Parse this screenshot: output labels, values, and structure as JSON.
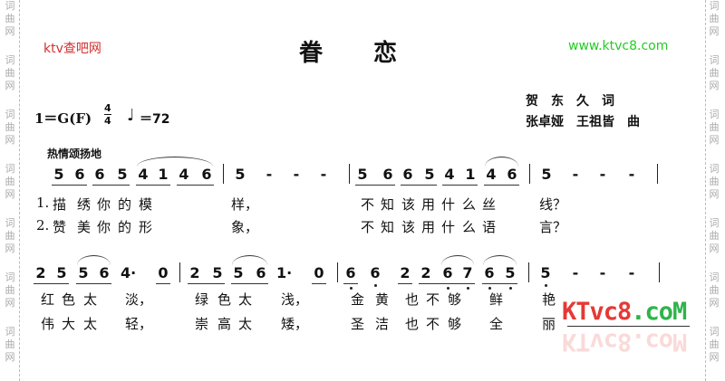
{
  "side_watermark": "词曲网",
  "header": {
    "site_left": "ktv查吧网",
    "site_right": "www.ktvc8.com",
    "title_1": "眷",
    "title_2": "恋",
    "key": "1＝G(F)",
    "time_sig_top": "4",
    "time_sig_bottom": "4",
    "tempo_note": "♩",
    "tempo": "＝72",
    "lyricist": "贺　东　久　词",
    "composer": "张卓娅　王祖皆　曲",
    "expression": "热情颂扬地"
  },
  "score": {
    "rows": [
      {
        "notes": [
          "5",
          "6",
          "6",
          "5",
          "4",
          "1",
          "4",
          "6",
          "|",
          "5",
          "-",
          "-",
          "-",
          "|",
          "5",
          "6",
          "6",
          "5",
          "4",
          "1",
          "4",
          "6",
          "|",
          "5",
          "-",
          "-",
          "-",
          "|"
        ],
        "beams": [
          [
            0,
            1
          ],
          [
            2,
            3
          ],
          [
            4,
            5
          ],
          [
            6,
            7
          ],
          [
            14,
            15
          ],
          [
            16,
            17
          ],
          [
            18,
            19
          ],
          [
            20,
            21
          ]
        ],
        "low_dots": [],
        "slurs": [
          [
            4,
            7
          ],
          [
            20,
            21
          ]
        ],
        "lyrics": [
          [
            "1.",
            "描",
            "绣",
            "你",
            "的",
            "模",
            "样，",
            "不",
            "知",
            "该",
            "用",
            "什",
            "么",
            "丝",
            "线？"
          ],
          [
            "2.",
            "赞",
            "美",
            "你",
            "的",
            "形",
            "象，",
            "不",
            "知",
            "该",
            "用",
            "什",
            "么",
            "语",
            "言？"
          ]
        ]
      },
      {
        "notes": [
          "2",
          "5",
          "5",
          "6",
          "4·",
          "0",
          "|",
          "2",
          "5",
          "5",
          "6",
          "1·",
          "0",
          "|",
          "6",
          "6",
          "2",
          "2",
          "6",
          "7",
          "6",
          "5",
          "|",
          "5",
          "-",
          "-",
          "-",
          "|"
        ],
        "beams": [
          [
            0,
            1
          ],
          [
            2,
            3
          ],
          [
            5,
            5
          ],
          [
            7,
            8
          ],
          [
            9,
            10
          ],
          [
            12,
            12
          ],
          [
            14,
            14
          ],
          [
            16,
            16
          ],
          [
            17,
            19
          ],
          [
            20,
            21
          ]
        ],
        "low_dots": [
          14,
          15,
          18,
          19,
          20,
          21,
          23
        ],
        "slurs": [
          [
            2,
            3
          ],
          [
            9,
            10
          ],
          [
            18,
            19
          ],
          [
            20,
            21
          ]
        ],
        "lyrics": [
          [
            "红",
            "色",
            "太",
            "淡，",
            "绿",
            "色",
            "太",
            "浅，",
            "金",
            "黄",
            "也",
            "不",
            "够",
            "鲜",
            "艳"
          ],
          [
            "伟",
            "大",
            "太",
            "轻，",
            "崇",
            "高",
            "太",
            "矮，",
            "圣",
            "洁",
            "也",
            "不",
            "够",
            "全",
            "丽"
          ]
        ]
      }
    ]
  },
  "watermark": {
    "part1": "KTvc8",
    "part2": ".coM",
    "color1": "#e53935",
    "color2": "#2fb34a"
  }
}
